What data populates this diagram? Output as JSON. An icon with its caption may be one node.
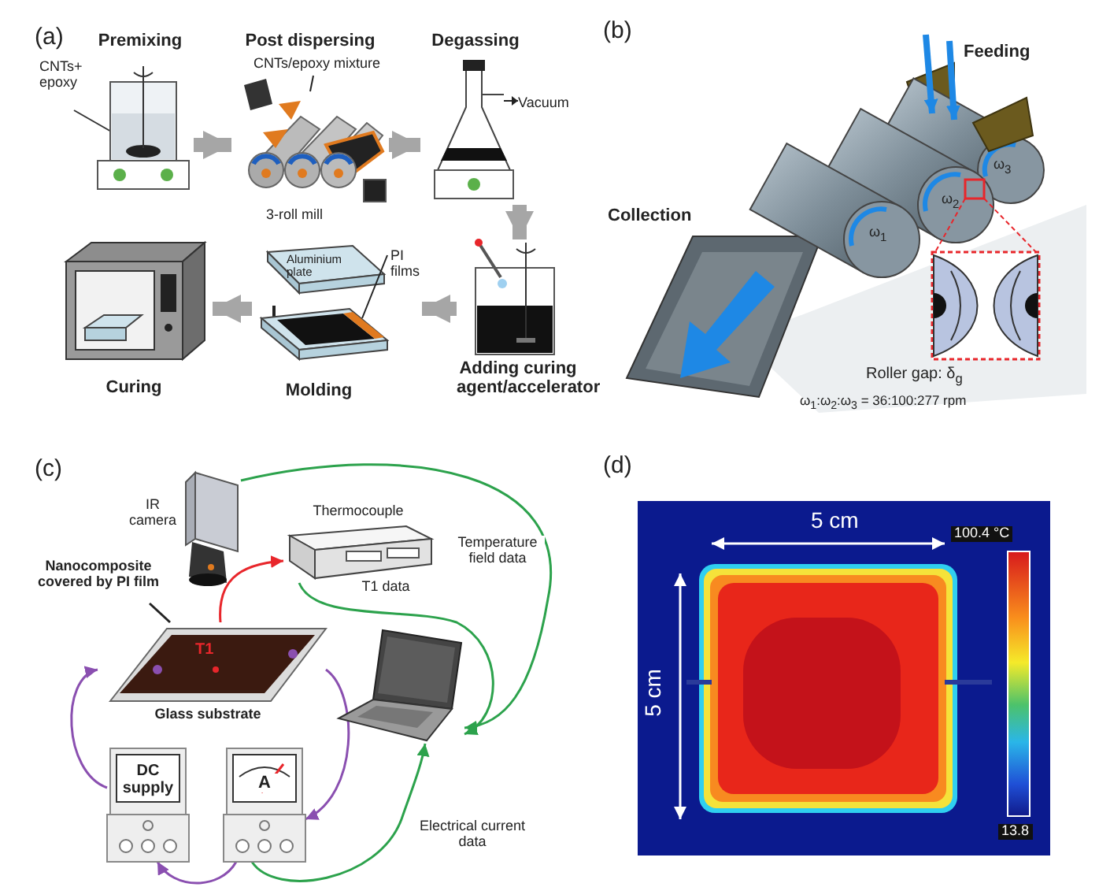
{
  "diagram": {
    "nodes": [
      {
        "text": [
          "Premixing",
          "CNTs+ epoxy"
        ]
      },
      {
        "text": [
          "Post dispersing",
          "CNTs/epoxy mixture",
          "3-roll mill"
        ]
      },
      {
        "text": [
          "Degassing",
          "Vacuum"
        ]
      },
      {
        "text": [
          "Adding curing agent/accelerator"
        ]
      },
      {
        "text": [
          "Aluminium plate",
          "PI films",
          "Molding"
        ]
      },
      {
        "text": [
          "Curing"
        ]
      },
      {
        "text": [
          "IR camera"
        ]
      },
      {
        "text": [
          "Thermocouple"
        ]
      },
      {
        "text": [
          "Nanocomposite covered by PI film"
        ]
      },
      {
        "text": [
          "T1",
          "Glass substrate"
        ]
      },
      {
        "text": [],
        "shape": "picture"
      },
      {
        "text": [
          "DC supply"
        ]
      },
      {
        "text": [
          "A"
        ]
      }
    ],
    "edges": [
      {
        "from": 0,
        "to": 1,
        "arrow": "to",
        "style": "thick",
        "color": "#a6a6a6"
      },
      {
        "from": 1,
        "to": 2,
        "arrow": "to",
        "style": "thick",
        "color": "#a6a6a6"
      },
      {
        "from": 2,
        "to": 3,
        "arrow": "to",
        "style": "thick",
        "color": "#a6a6a6"
      },
      {
        "from": 3,
        "to": 4,
        "arrow": "to",
        "style": "thick",
        "color": "#a6a6a6"
      },
      {
        "from": 4,
        "to": 5,
        "arrow": "to",
        "style": "thick",
        "color": "#a6a6a6"
      },
      {
        "from": 8,
        "to": 9,
        "arrow": "none",
        "color": "#222222"
      },
      {
        "from": 9,
        "to": 7,
        "arrow": "to",
        "color": "#e8262b"
      },
      {
        "from": 6,
        "to": 10,
        "arrow": "to",
        "label": "Temperature field data",
        "color": "#2ca24c"
      },
      {
        "from": 7,
        "to": 10,
        "arrow": "to",
        "label": "T1 data",
        "color": "#2ca24c"
      },
      {
        "from": 12,
        "to": 10,
        "arrow": "to",
        "label": "Electrical current data",
        "color": "#2ca24c"
      },
      {
        "from": 11,
        "to": 9,
        "arrow": "to",
        "color": "#8a4fb0"
      },
      {
        "from": 9,
        "to": 12,
        "arrow": "to",
        "color": "#8a4fb0"
      },
      {
        "from": 12,
        "to": 11,
        "arrow": "to",
        "color": "#8a4fb0"
      }
    ],
    "labels": [
      "(a)",
      "(b)",
      "Feeding",
      "ω$_{3}$",
      "ω$_{2}$",
      "Collection",
      "ω$_{1}$",
      "Roller gap: δ$_{g}$",
      "ω$_{1}$:ω$_{2}$:ω$_{3}$ = 36:100:277 rpm",
      "(c)",
      "(d)",
      "5 cm",
      "100.4 °C",
      "5 cm",
      "13.8"
    ]
  }
}
